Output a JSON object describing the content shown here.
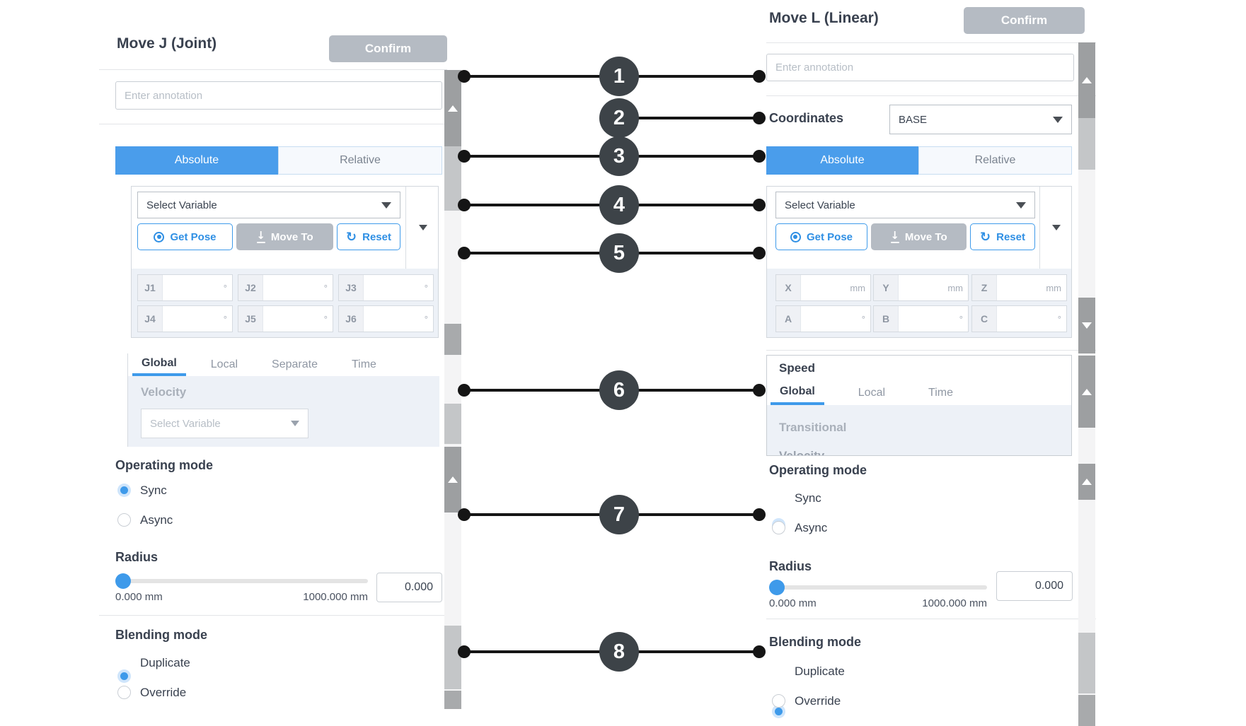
{
  "left_panel": {
    "title": "Move J (Joint)",
    "confirm_label": "Confirm",
    "annotation_placeholder": "Enter annotation",
    "mode_tabs": {
      "absolute": "Absolute",
      "relative": "Relative"
    },
    "variable": {
      "placeholder": "Select Variable",
      "get_pose": "Get Pose",
      "move_to": "Move To",
      "reset": "Reset"
    },
    "joints": [
      {
        "label": "J1",
        "unit": "°"
      },
      {
        "label": "J2",
        "unit": "°"
      },
      {
        "label": "J3",
        "unit": "°"
      },
      {
        "label": "J4",
        "unit": "°"
      },
      {
        "label": "J5",
        "unit": "°"
      },
      {
        "label": "J6",
        "unit": "°"
      }
    ],
    "speed_tabs": [
      "Global",
      "Local",
      "Separate",
      "Time"
    ],
    "velocity_label": "Velocity",
    "velocity_placeholder": "Select Variable",
    "operating_mode": {
      "title": "Operating mode",
      "options": [
        {
          "label": "Sync",
          "selected": true
        },
        {
          "label": "Async",
          "selected": false
        }
      ]
    },
    "radius": {
      "title": "Radius",
      "min": "0.000 mm",
      "max": "1000.000 mm",
      "value": "0.000"
    },
    "blending_mode": {
      "title": "Blending mode",
      "options": [
        {
          "label": "Duplicate",
          "selected": true
        },
        {
          "label": "Override",
          "selected": false
        }
      ]
    }
  },
  "right_panel": {
    "title": "Move L (Linear)",
    "confirm_label": "Confirm",
    "annotation_placeholder": "Enter annotation",
    "coordinates_label": "Coordinates",
    "coordinates_value": "BASE",
    "mode_tabs": {
      "absolute": "Absolute",
      "relative": "Relative"
    },
    "variable": {
      "placeholder": "Select Variable",
      "get_pose": "Get Pose",
      "move_to": "Move To",
      "reset": "Reset"
    },
    "axes": [
      {
        "label": "X",
        "unit": "mm"
      },
      {
        "label": "Y",
        "unit": "mm"
      },
      {
        "label": "Z",
        "unit": "mm"
      },
      {
        "label": "A",
        "unit": "°"
      },
      {
        "label": "B",
        "unit": "°"
      },
      {
        "label": "C",
        "unit": "°"
      }
    ],
    "speed": {
      "title": "Speed",
      "tabs": [
        "Global",
        "Local",
        "Time"
      ],
      "content_label": "Transitional",
      "clipped_label": "Velocity"
    },
    "operating_mode": {
      "title": "Operating mode",
      "options": [
        {
          "label": "Sync",
          "selected": true
        },
        {
          "label": "Async",
          "selected": false
        }
      ]
    },
    "radius": {
      "title": "Radius",
      "min": "0.000 mm",
      "max": "1000.000 mm",
      "value": "0.000"
    },
    "blending_mode": {
      "title": "Blending mode",
      "options": [
        {
          "label": "Duplicate",
          "selected": true
        },
        {
          "label": "Override",
          "selected": false
        }
      ]
    }
  },
  "callouts": {
    "numbers": [
      "1",
      "2",
      "3",
      "4",
      "5",
      "6",
      "7",
      "8"
    ]
  },
  "colors": {
    "accent_blue": "#4a9deb",
    "radio_blue": "#3e9aea",
    "button_gray": "#b5bbc3",
    "callout_dark": "#3d4348"
  }
}
